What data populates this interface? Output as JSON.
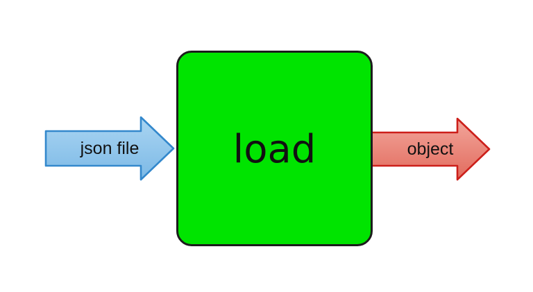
{
  "diagram": {
    "process_box": {
      "label": "load"
    },
    "input_arrow": {
      "label": "json file"
    },
    "output_arrow": {
      "label": "object"
    }
  },
  "icons": {
    "input_arrow": "right-arrow-icon",
    "output_arrow": "right-arrow-icon"
  },
  "colors": {
    "canvas-bg": "#ffffff",
    "box-fill": "#00e400",
    "box-border": "#1c1c1c",
    "blue-fill-top": "#aad5f2",
    "blue-fill-bottom": "#7cb9e6",
    "blue-border": "#3388cc",
    "red-fill-top": "#f2a69c",
    "red-fill-bottom": "#e26b5d",
    "red-border": "#cc1f1a",
    "label-color": "#111111"
  }
}
